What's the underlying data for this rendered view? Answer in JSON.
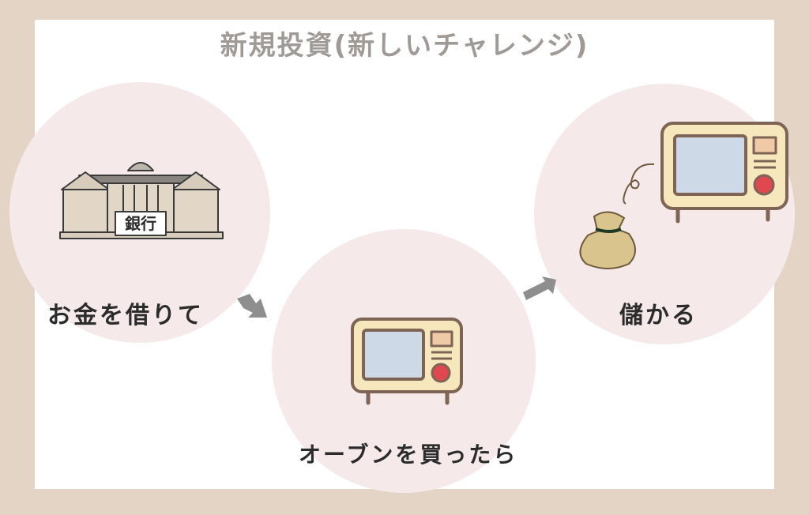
{
  "title": "新規投資(新しいチャレンジ)",
  "steps": [
    {
      "caption": "お金を借りて",
      "building_sign": "銀行"
    },
    {
      "caption": "オーブンを買ったら"
    },
    {
      "caption": "儲かる"
    }
  ],
  "icons": {
    "step1": "bank-building-icon",
    "step2": "oven-icon",
    "step3": [
      "money-bag-icon",
      "oven-icon"
    ],
    "connector": "arrow-icon"
  },
  "colors": {
    "background": "#e4d4c5",
    "panel": "#ffffff",
    "circle": "#f6e9ea",
    "title": "#a09a97",
    "arrow": "#8e8e8e",
    "oven_body": "#f6e7bd",
    "oven_outline": "#7d6455",
    "oven_window": "#cdd9e6",
    "oven_knob": "#e0474f",
    "building": "#e2d7c6",
    "money_bag": "#d9c48d"
  }
}
